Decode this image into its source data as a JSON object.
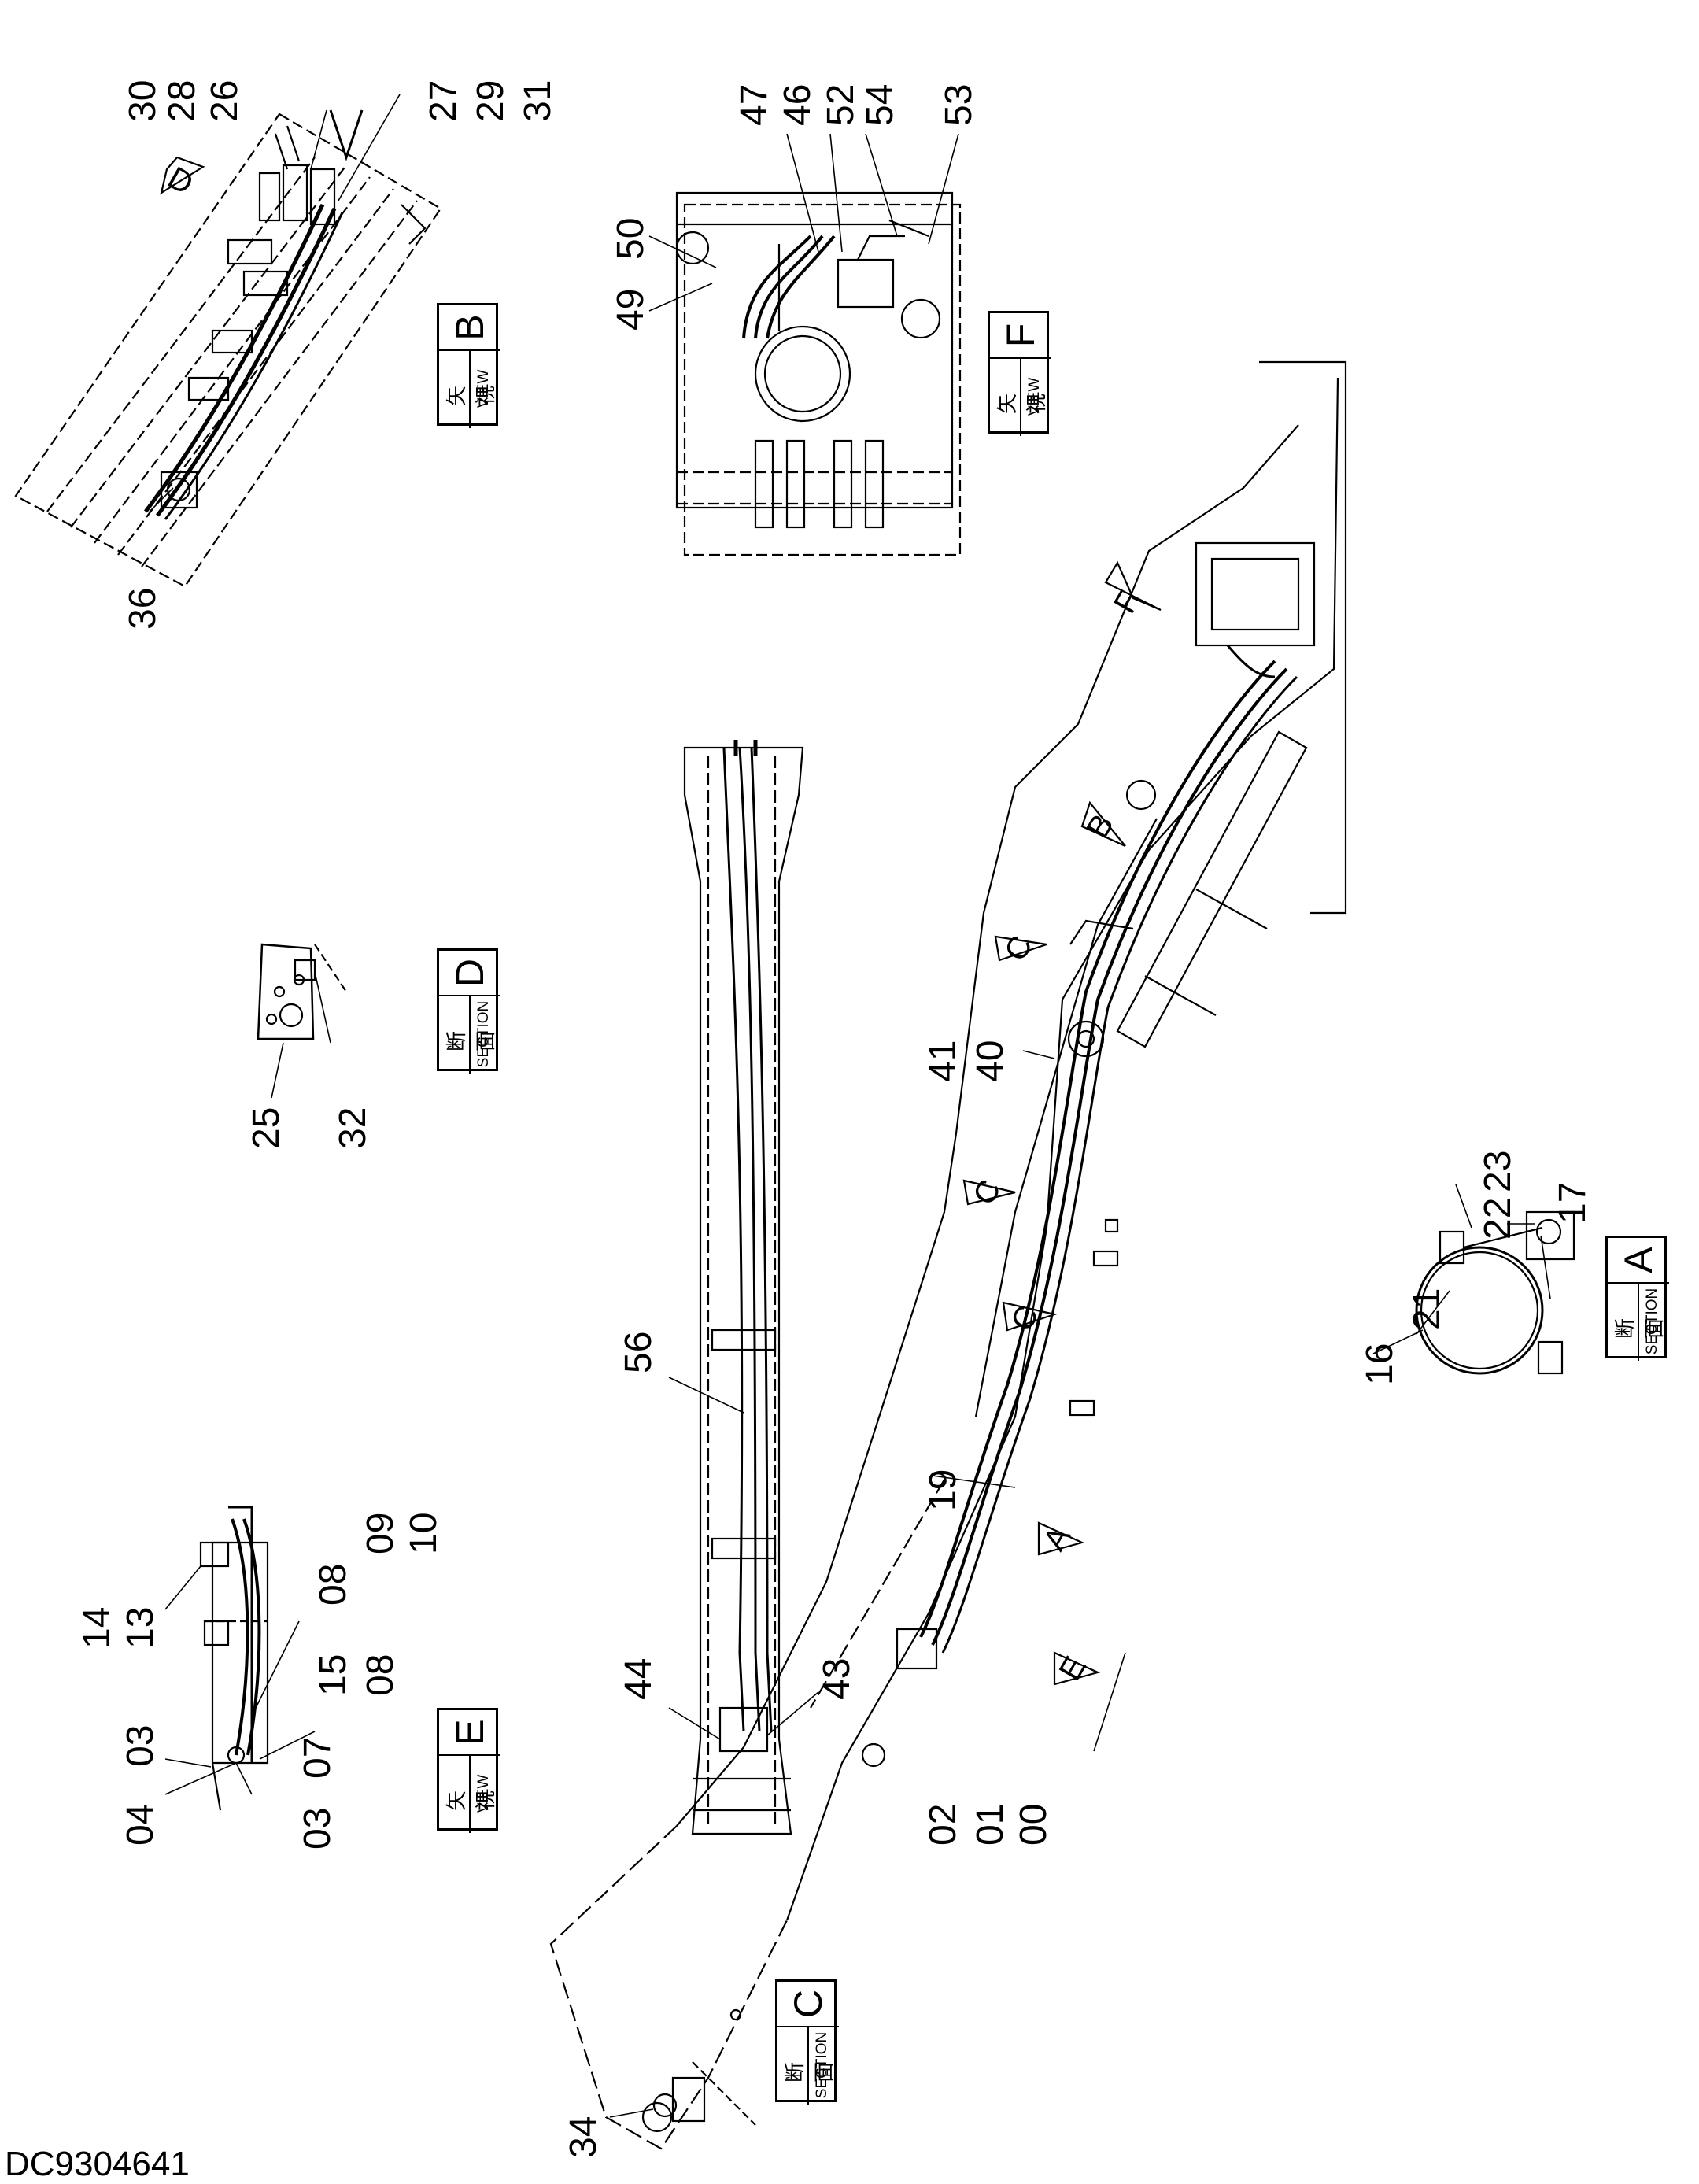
{
  "document": {
    "id": "DC9304641"
  },
  "view_boxes": [
    {
      "kanji": "矢 視",
      "caption": "VIEW",
      "letter": "B"
    },
    {
      "kanji": "矢 視",
      "caption": "VIEW",
      "letter": "F"
    },
    {
      "kanji": "断 面",
      "caption": "SECTION",
      "letter": "D"
    },
    {
      "kanji": "矢 視",
      "caption": "VIEW",
      "letter": "E"
    },
    {
      "kanji": "断 面",
      "caption": "SECTION",
      "letter": "A"
    },
    {
      "kanji": "断 面",
      "caption": "SECTION",
      "letter": "C"
    }
  ],
  "arrow_markers": [
    "D",
    "F",
    "B",
    "C",
    "C",
    "C",
    "A",
    "E"
  ],
  "part_labels": {
    "view_b": [
      "30",
      "28",
      "26",
      "27",
      "29",
      "31",
      "36"
    ],
    "view_f": [
      "47",
      "46",
      "52",
      "54",
      "53",
      "50",
      "49"
    ],
    "section_d": [
      "25",
      "32"
    ],
    "boom_top": [
      "56",
      "44",
      "43"
    ],
    "main_side": [
      "41",
      "40",
      "19",
      "02",
      "01",
      "00"
    ],
    "section_a": [
      "22",
      "23",
      "17",
      "21",
      "16"
    ],
    "view_e": [
      "14",
      "13",
      "04",
      "03",
      "03",
      "07",
      "15",
      "08",
      "08",
      "09",
      "10"
    ],
    "section_c": [
      "34"
    ]
  }
}
